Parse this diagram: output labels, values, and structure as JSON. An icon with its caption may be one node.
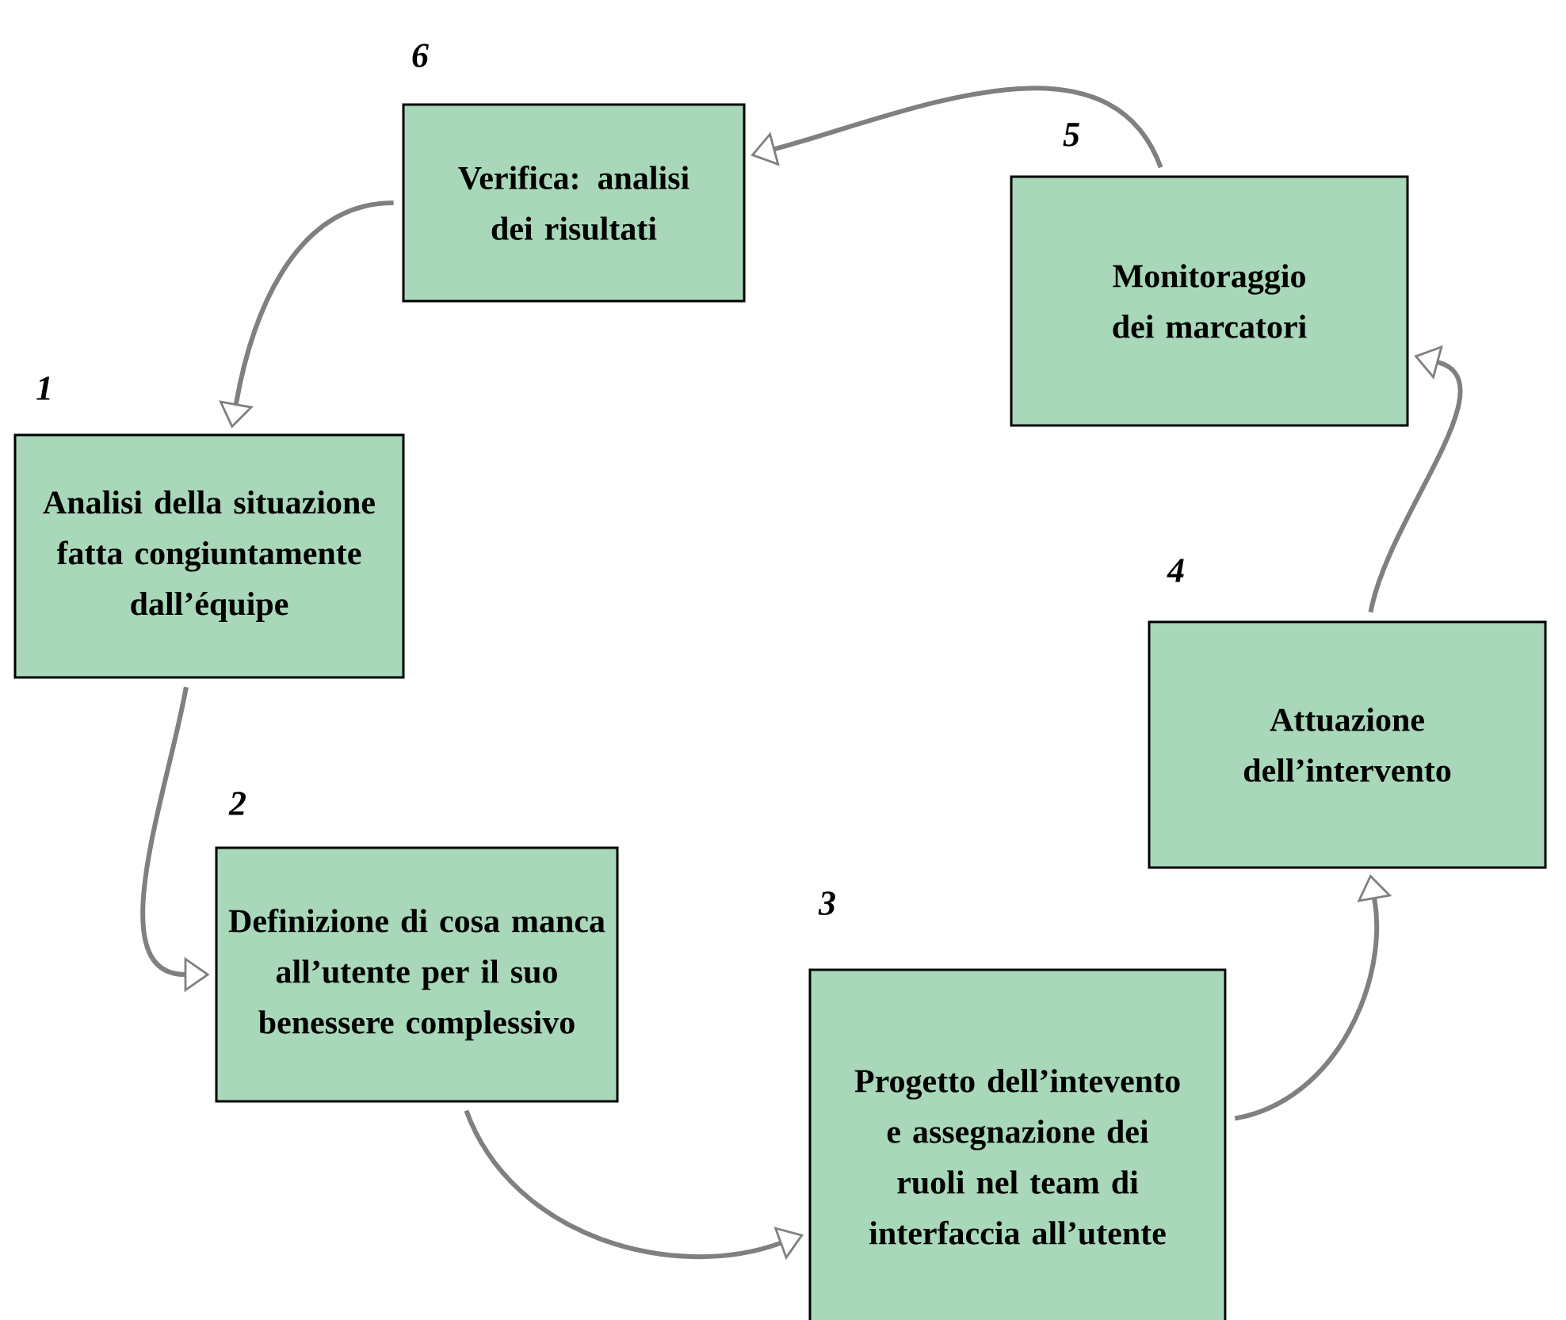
{
  "diagram": {
    "nodes": [
      {
        "text": [
          "Analisi della situazione fatta congiuntamente dall’équipe"
        ],
        "beside": [
          "1"
        ]
      },
      {
        "text": [
          "Definizione di cosa manca all’utente per il suo benessere complessivo"
        ],
        "beside": [
          "2"
        ]
      },
      {
        "text": [
          "Progetto dell’intevento e assegnazione dei ruoli nel team di interfaccia all’utente"
        ],
        "beside": [
          "3"
        ]
      },
      {
        "text": [
          "Attuazione dell’intervento"
        ],
        "beside": [
          "4"
        ]
      },
      {
        "text": [
          "Monitoraggio dei marcatori"
        ],
        "beside": [
          "5"
        ]
      },
      {
        "text": [
          "Verifica: analisi dei risultati"
        ],
        "beside": [
          "6"
        ]
      }
    ],
    "edges": [
      {
        "from": 0,
        "to": 1,
        "arrow": "to"
      },
      {
        "from": 1,
        "to": 2,
        "arrow": "to"
      },
      {
        "from": 2,
        "to": 3,
        "arrow": "to"
      },
      {
        "from": 3,
        "to": 4,
        "arrow": "to"
      },
      {
        "from": 4,
        "to": 5,
        "arrow": "to"
      },
      {
        "from": 5,
        "to": 0,
        "arrow": "to"
      }
    ]
  }
}
